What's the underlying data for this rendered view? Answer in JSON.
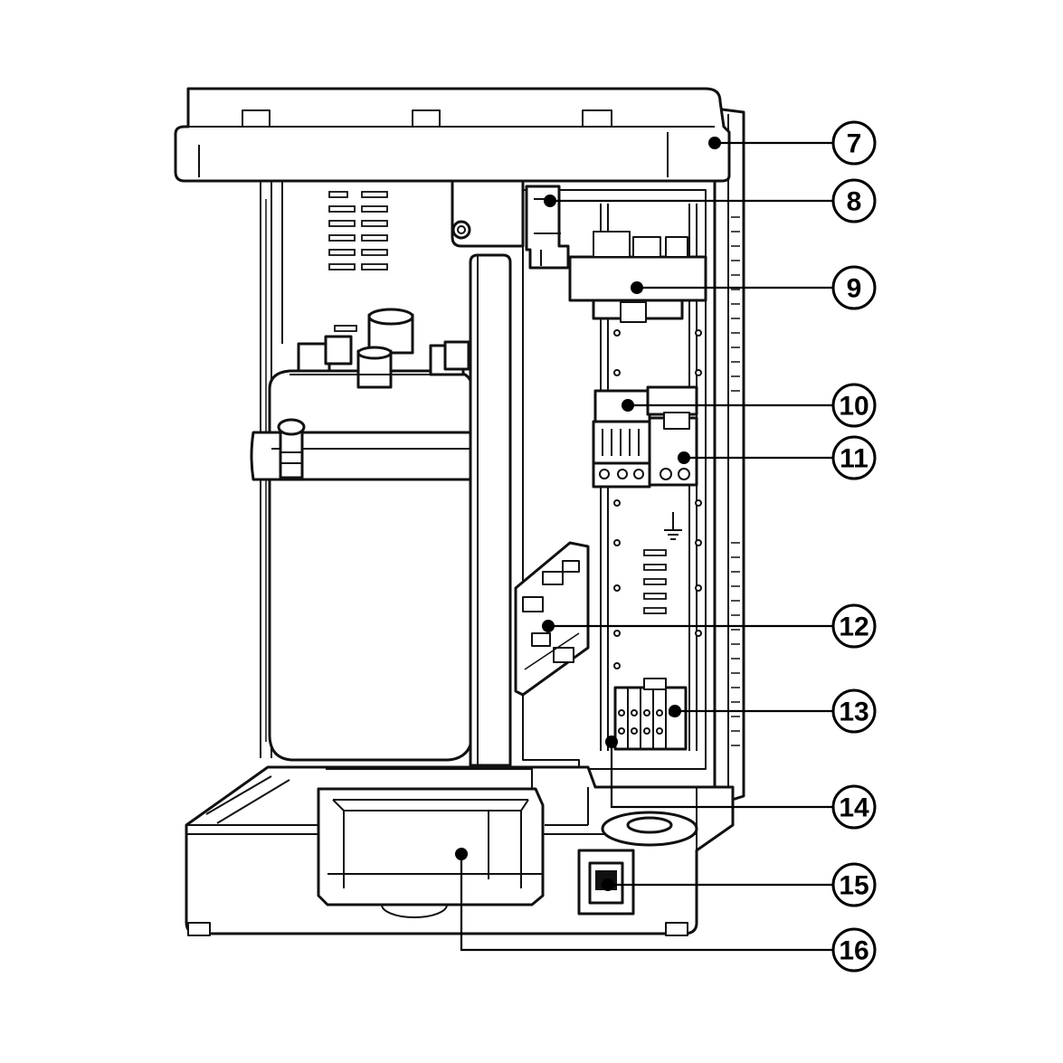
{
  "callouts": [
    {
      "label": "7"
    },
    {
      "label": "8"
    },
    {
      "label": "9"
    },
    {
      "label": "10"
    },
    {
      "label": "11"
    },
    {
      "label": "12"
    },
    {
      "label": "13"
    },
    {
      "label": "14"
    },
    {
      "label": "15"
    },
    {
      "label": "16"
    }
  ]
}
